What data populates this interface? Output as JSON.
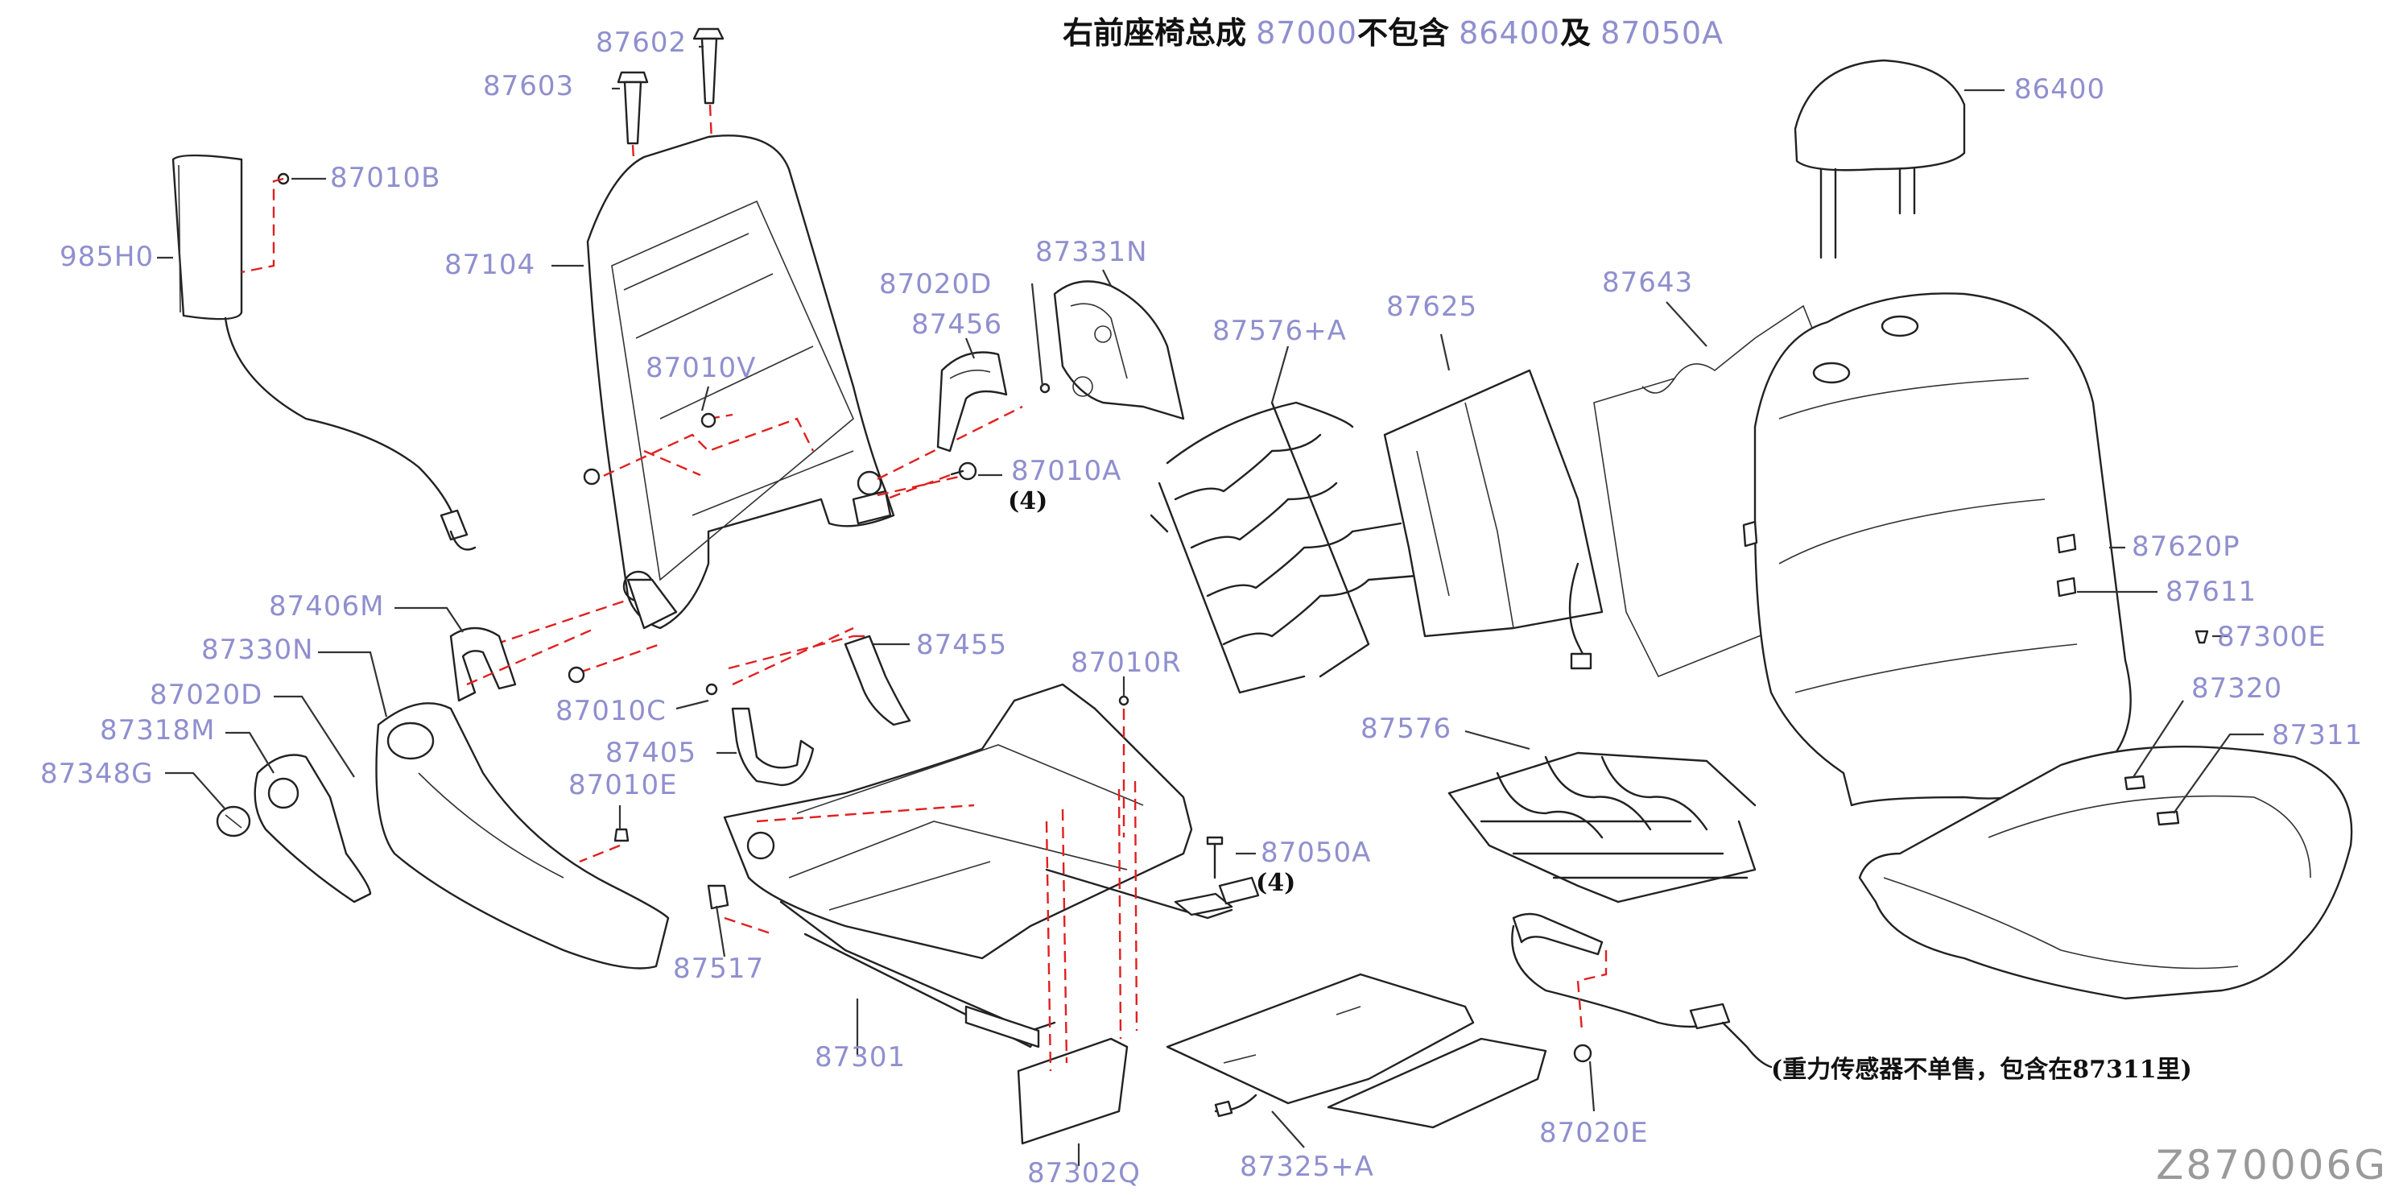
{
  "title": {
    "part1": "右前座椅总成",
    "pn1": "87000",
    "part2": "不包含",
    "pn2": "86400",
    "part3": "及",
    "pn3": "87050A"
  },
  "labels": {
    "p87602": "87602",
    "p87603": "87603",
    "p87010B": "87010B",
    "p985H0": "985H0",
    "p87104": "87104",
    "p87331N": "87331N",
    "p87020D_top": "87020D",
    "p87456": "87456",
    "p87576A": "87576+A",
    "p87625": "87625",
    "p87643": "87643",
    "p86400": "86400",
    "p87010V": "87010V",
    "p87010A": "87010A",
    "p87620P": "87620P",
    "p87611": "87611",
    "p87300E": "87300E",
    "p87406M": "87406M",
    "p87330N": "87330N",
    "p87020D_bot": "87020D",
    "p87318M": "87318M",
    "p87348G": "87348G",
    "p87455": "87455",
    "p87010R": "87010R",
    "p87010C": "87010C",
    "p87405": "87405",
    "p87010E": "87010E",
    "p87576": "87576",
    "p87320": "87320",
    "p87311": "87311",
    "p87050A": "87050A",
    "p87517": "87517",
    "p87301": "87301",
    "p87302Q": "87302Q",
    "p87325A": "87325+A",
    "p87020E": "87020E"
  },
  "quantities": {
    "q87010A": "(4)",
    "q87050A": "(4)"
  },
  "note": "(重力传感器不单售，包含在87311里)",
  "diagram_code": "Z870006G"
}
